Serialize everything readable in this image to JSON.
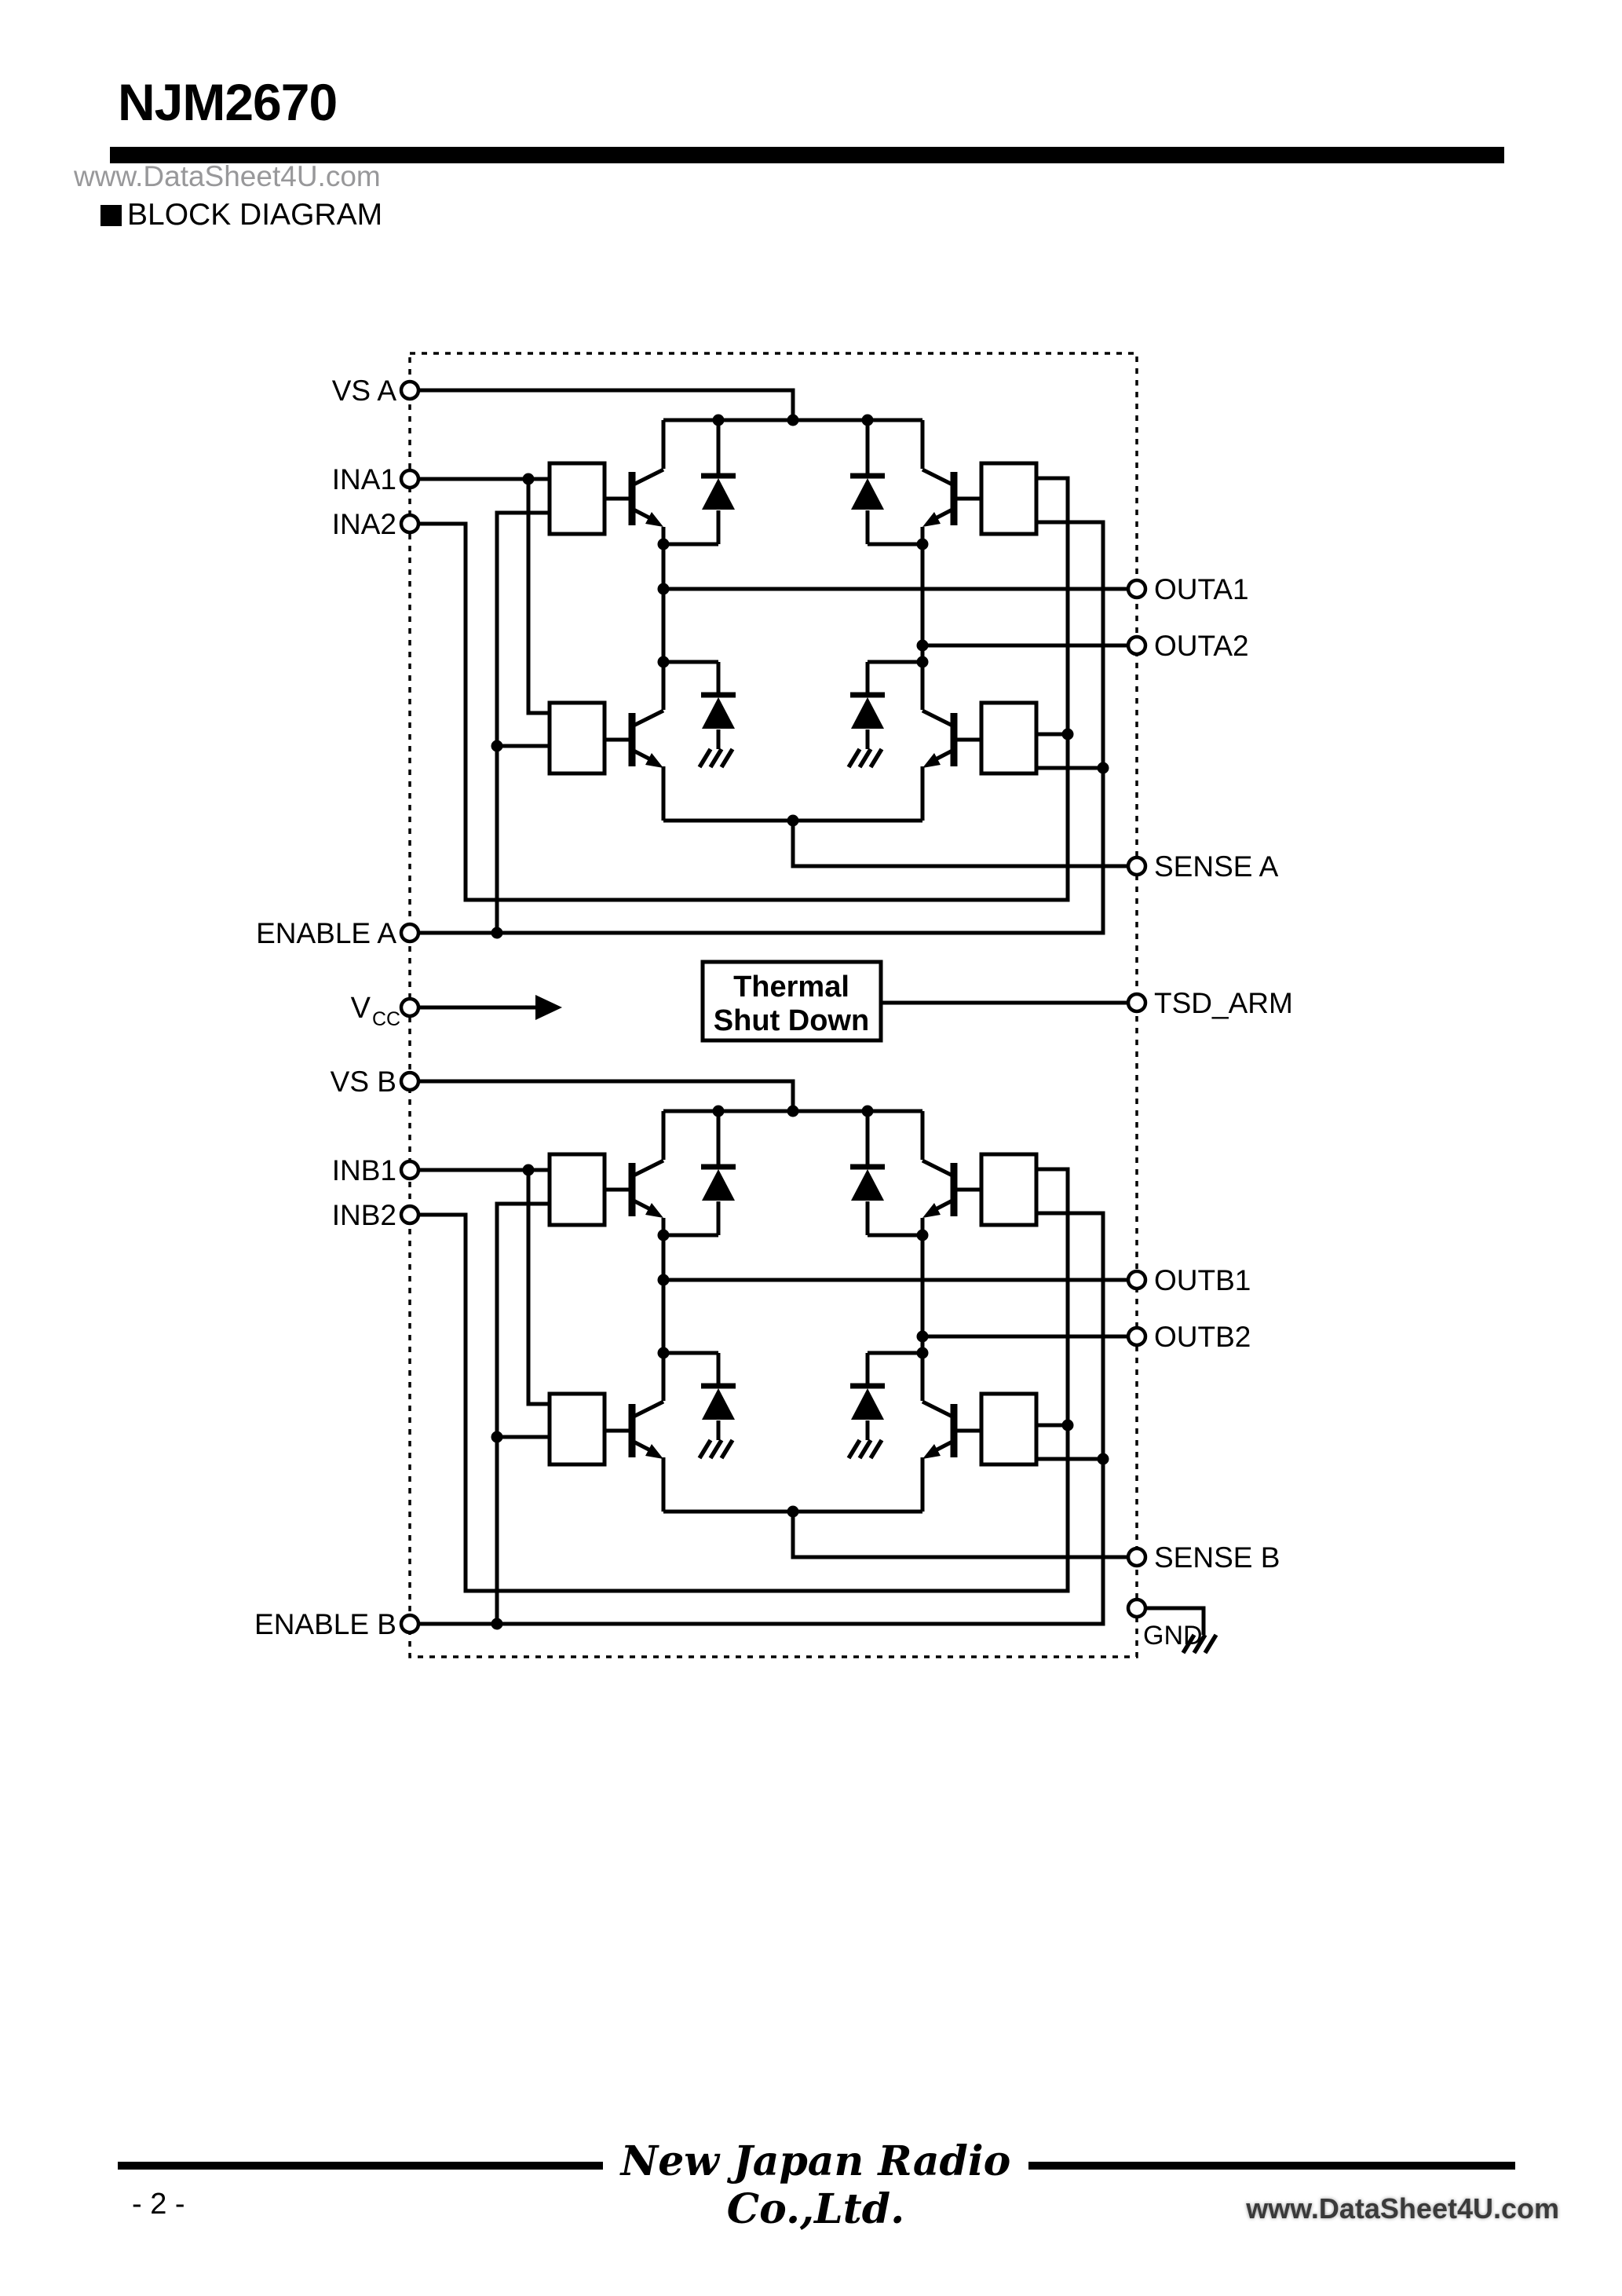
{
  "page": {
    "title": "NJM2670",
    "watermark_top": "www.DataSheet4U.com",
    "section_heading": "BLOCK DIAGRAM",
    "footer": {
      "company_logo": "New Japan Radio Co.,Ltd.",
      "page_number": "- 2 -",
      "watermark": "www.DataSheet4U.com"
    }
  },
  "diagram": {
    "pins_left": [
      "VS A",
      "INA1",
      "INA2",
      "ENABLE A",
      "VS B",
      "INB1",
      "INB2",
      "ENABLE B"
    ],
    "pins_right": [
      "OUTA1",
      "OUTA2",
      "SENSE A",
      "TSD_ARM",
      "OUTB1",
      "OUTB2",
      "SENSE B",
      "GND"
    ],
    "vcc_pin": {
      "main": "V",
      "sub": "CC"
    },
    "thermal_block": {
      "line1": "Thermal",
      "line2": "Shut Down"
    },
    "icons": {
      "section_bullet": "black-square",
      "pin_terminal": "open-circle",
      "ground": "chassis-ground",
      "vcc_arrow": "right-arrow"
    },
    "colors": {
      "ink": "#000000",
      "watermark_gray": "#98989a",
      "background": "#ffffff"
    }
  }
}
